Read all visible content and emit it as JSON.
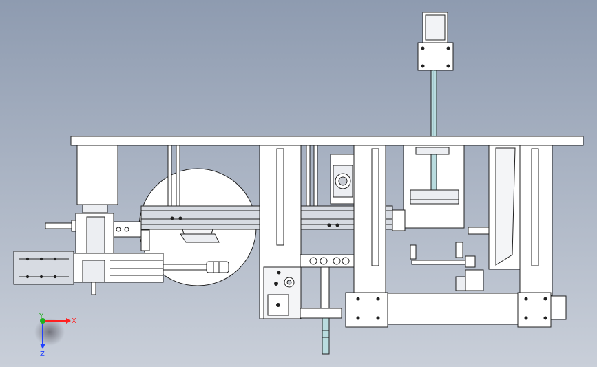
{
  "viewport": {
    "background_top": "#8e9bb0",
    "background_bottom": "#c9cfd9"
  },
  "colors": {
    "part_fill": "#ffffff",
    "part_light": "#eceef2",
    "part_shade": "#c8ccd4",
    "rail": "#d7dbe2",
    "line": "#202020",
    "rod": "#b9dcdf",
    "rod_dark": "#8fb9bf",
    "axis_x": "#ff2020",
    "axis_y": "#20b020",
    "axis_z": "#2040ff",
    "triad_shadow": "#7d7d86"
  },
  "triad": {
    "x_label": "X",
    "y_label": "Y",
    "z_label": "Z"
  }
}
